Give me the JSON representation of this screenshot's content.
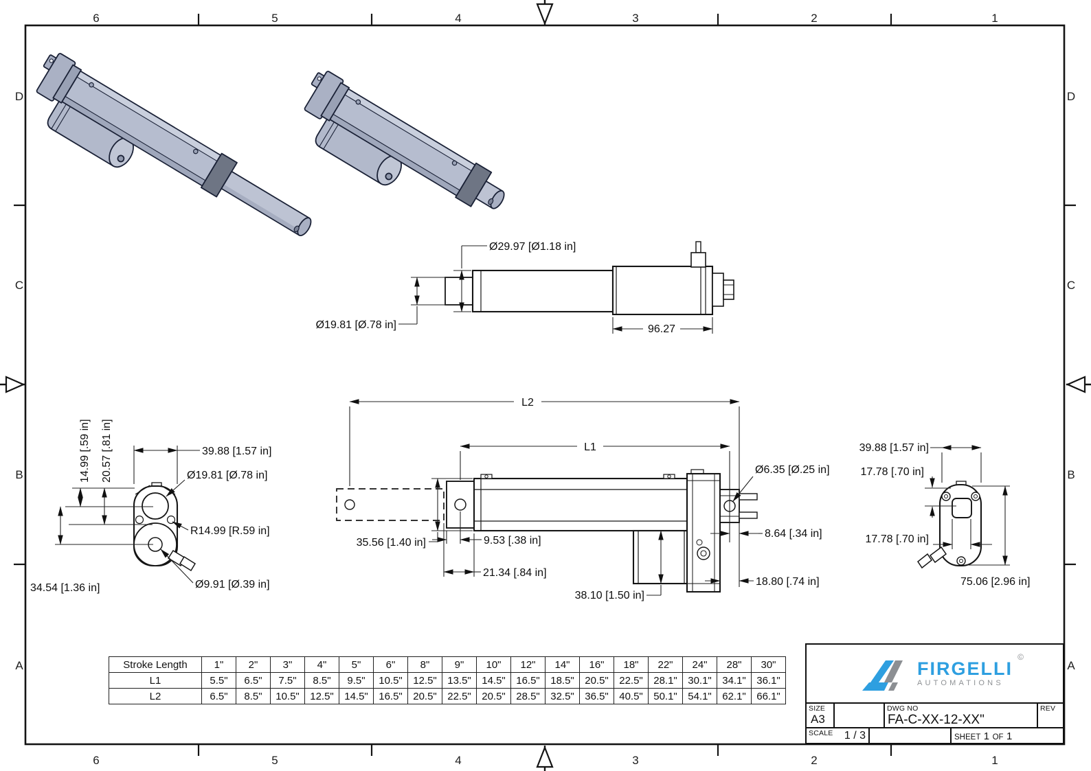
{
  "sheet": {
    "border": {
      "columns": [
        "6",
        "5",
        "4",
        "3",
        "2",
        "1"
      ],
      "rows": [
        "D",
        "C",
        "B",
        "A"
      ]
    }
  },
  "logo": {
    "brand": "FIRGELLI",
    "sub": "AUTOMATIONS",
    "copyright": "©",
    "brand_color": "#2E9FE0",
    "sub_color": "#8E9194"
  },
  "title_block": {
    "size_label": "SIZE",
    "size_value": "A3",
    "dwg_label": "DWG NO",
    "dwg_value": "FA-C-XX-12-XX\"",
    "rev_label": "REV",
    "scale_label": "SCALE",
    "scale_value": "1 / 3",
    "sheet_label": "SHEET",
    "sheet_no": "1",
    "of_label": "OF",
    "of_no": "1"
  },
  "views": {
    "side": {
      "outer_dia": "Ø29.97 [Ø1.18 in]",
      "rod_dia": "Ø19.81 [Ø.78 in]",
      "motor_len": "96.27"
    },
    "plan": {
      "l2": "L2",
      "l1": "L1",
      "rear_hole": "Ø6.35 [Ø.25 in]",
      "rear_offset": "8.64 [.34 in]",
      "rear_width": "18.80 [.74 in]",
      "tube_dia": "35.56 [1.40 in]",
      "front_a": "9.53 [.38 in]",
      "front_b": "21.34 [.84 in]",
      "motor_h": "38.10 [1.50 in]"
    },
    "front": {
      "width": "39.88 [1.57 in]",
      "rod": "Ø19.81 [Ø.78 in]",
      "ear": "R14.99 [R.59 in]",
      "pin": "Ø9.91 [Ø.39 in]",
      "off1": "14.99 [.59 in]",
      "off2": "20.57 [.81 in]",
      "height": "34.54 [1.36 in]"
    },
    "rear": {
      "width": "39.88 [1.57 in]",
      "off_top": "17.78 [.70 in]",
      "off_bot": "17.78 [.70 in]",
      "height": "75.06 [2.96 in]"
    }
  },
  "table": {
    "header_label": "Stroke Length",
    "row_labels": [
      "L1",
      "L2"
    ],
    "strokes": [
      "1\"",
      "2\"",
      "3\"",
      "4\"",
      "5\"",
      "6\"",
      "8\"",
      "9\"",
      "10\"",
      "12\"",
      "14\"",
      "16\"",
      "18\"",
      "22\"",
      "24\"",
      "28\"",
      "30\""
    ],
    "l1": [
      "5.5\"",
      "6.5\"",
      "7.5\"",
      "8.5\"",
      "9.5\"",
      "10.5\"",
      "12.5\"",
      "13.5\"",
      "14.5\"",
      "16.5\"",
      "18.5\"",
      "20.5\"",
      "22.5\"",
      "28.1\"",
      "30.1\"",
      "34.1\"",
      "36.1\""
    ],
    "l2": [
      "6.5\"",
      "8.5\"",
      "10.5\"",
      "12.5\"",
      "14.5\"",
      "16.5\"",
      "20.5\"",
      "22.5\"",
      "20.5\"",
      "28.5\"",
      "32.5\"",
      "36.5\"",
      "40.5\"",
      "50.1\"",
      "54.1\"",
      "62.1\"",
      "66.1\""
    ]
  }
}
